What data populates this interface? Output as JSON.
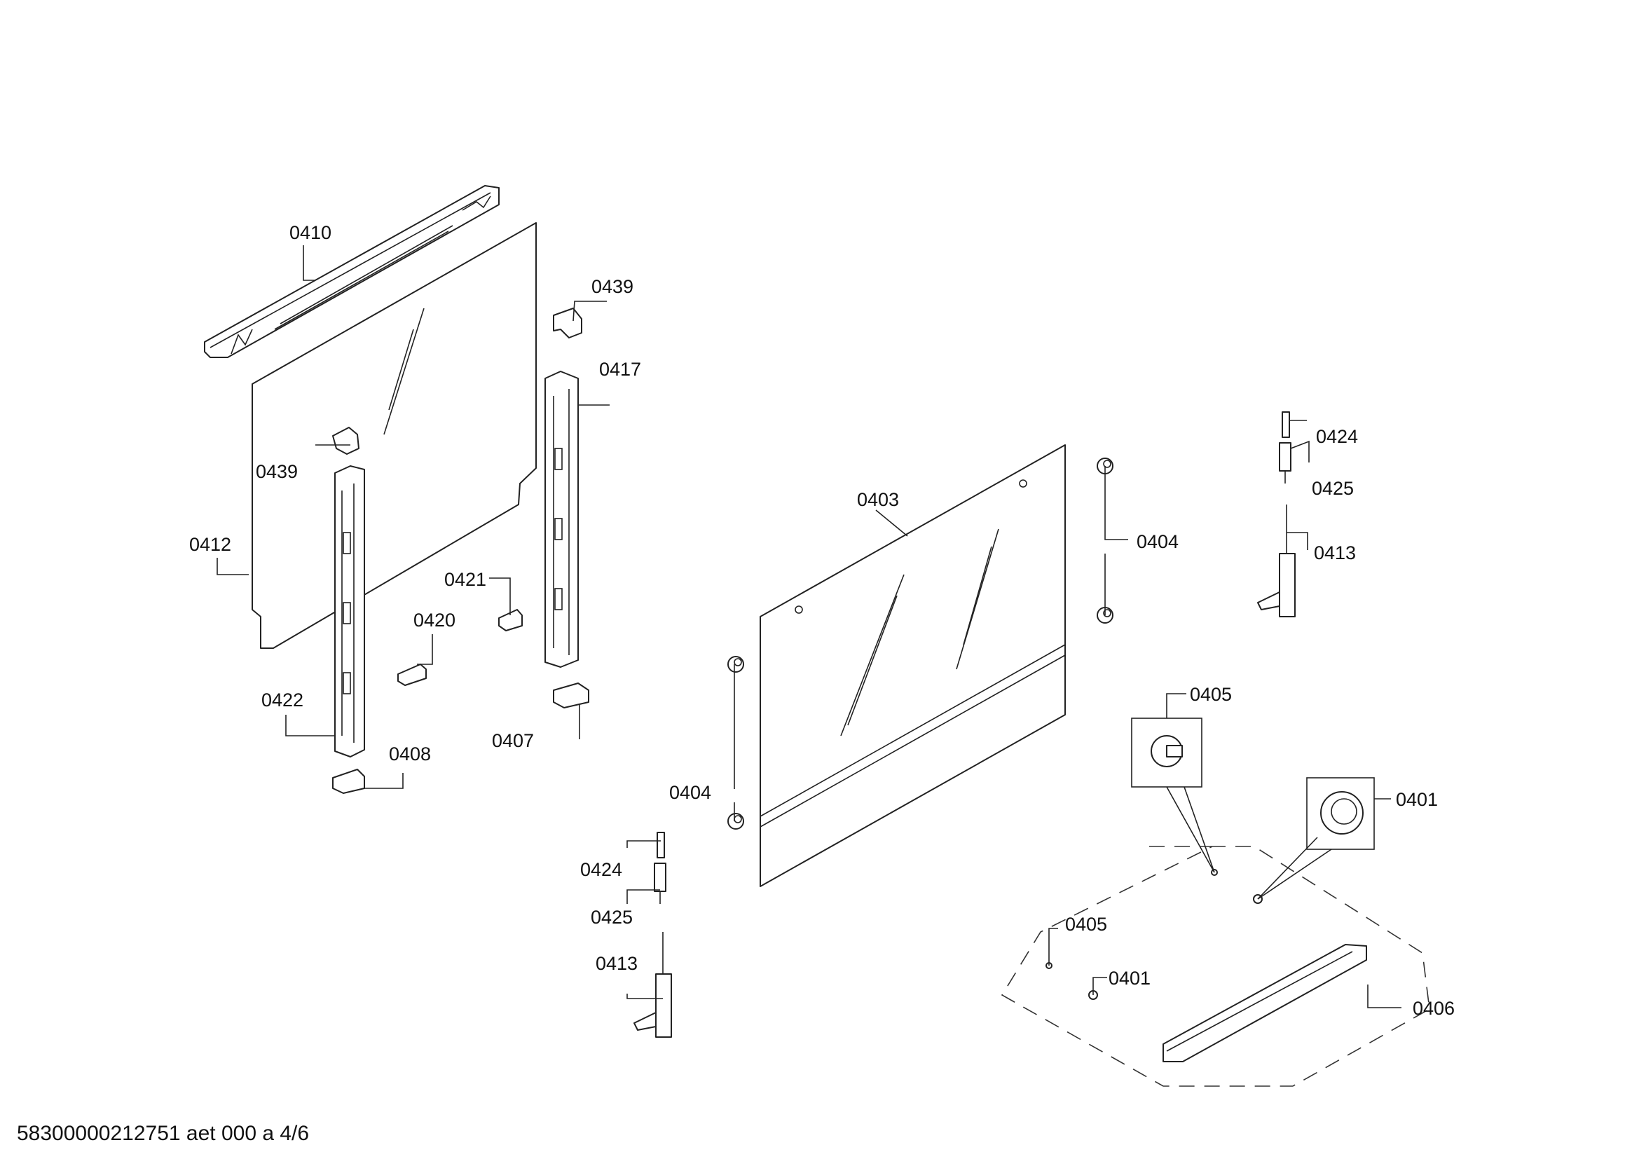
{
  "footer_text": "58300000212751 aet 000 a 4/6",
  "labels": {
    "l0410": "0410",
    "l0439a": "0439",
    "l0417": "0417",
    "l0439b": "0439",
    "l0412": "0412",
    "l0421": "0421",
    "l0420": "0420",
    "l0422": "0422",
    "l0408": "0408",
    "l0407": "0407",
    "l0403": "0403",
    "l0404a": "0404",
    "l0404b": "0404",
    "l0424a": "0424",
    "l0425a": "0425",
    "l0413a": "0413",
    "l0424b": "0424",
    "l0425b": "0425",
    "l0413b": "0413",
    "l0405a": "0405",
    "l0401a": "0401",
    "l0405b": "0405",
    "l0401b": "0401",
    "l0406": "0406"
  }
}
